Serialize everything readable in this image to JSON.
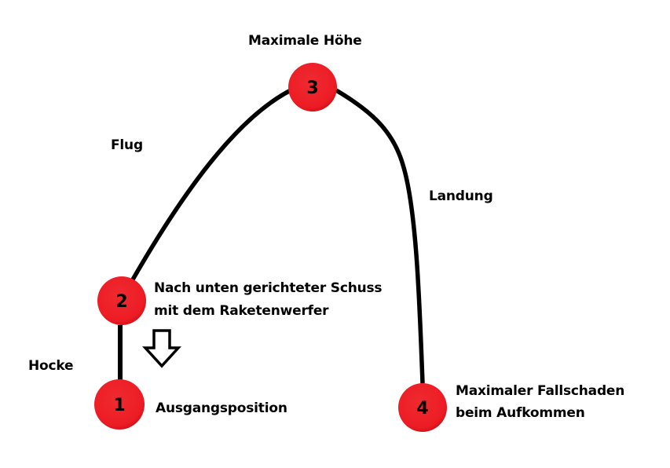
{
  "colors": {
    "node_fill": "#ed1c24",
    "node_highlight": "#f25a60",
    "path_stroke": "#000000",
    "text": "#000000",
    "background": "#ffffff"
  },
  "nodes": [
    {
      "number": "1",
      "description": "Ausgangsposition"
    },
    {
      "number": "2",
      "description": "Nach unten gerichteter Schuss mit dem Raketenwerfer",
      "description_lines": [
        "Nach unten gerichteter Schuss",
        "mit dem Raketenwerfer"
      ]
    },
    {
      "number": "3",
      "description": "Maximale Höhe"
    },
    {
      "number": "4",
      "description": "Maximaler Fallschaden beim Aufkommen",
      "description_lines": [
        "Maximaler Fallschaden",
        "beim Aufkommen"
      ]
    }
  ],
  "phases": {
    "crouch": "Hocke",
    "flight": "Flug",
    "landing": "Landung"
  },
  "icons": {
    "down_arrow": "down-arrow-icon"
  }
}
